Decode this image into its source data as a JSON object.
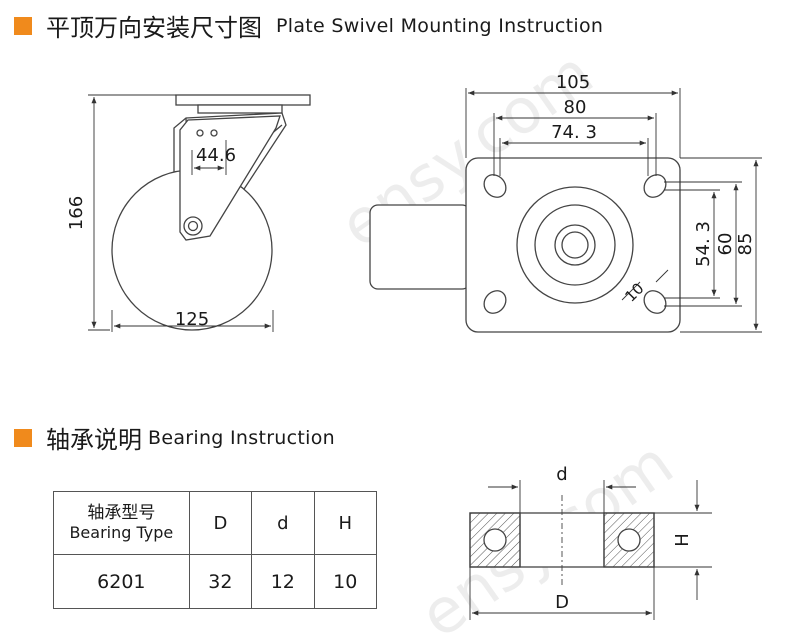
{
  "colors": {
    "accent": "#f08a1c",
    "line": "#444444",
    "watermark": "#d9d9d9"
  },
  "mounting": {
    "title_cn": "平顶万向安装尺寸图",
    "title_en": "Plate Swivel Mounting Instruction",
    "side_view": {
      "height": "166",
      "offset": "44.6",
      "wheel_diameter": "125"
    },
    "top_view": {
      "plate_width": "105",
      "hole_spacing_x": "80",
      "slot_spacing_x": "74. 3",
      "slot_spacing_y": "54. 3",
      "hole_spacing_y": "60",
      "plate_length": "85",
      "slot_width": "10"
    }
  },
  "watermark": "ensy.com",
  "bearing": {
    "title_cn": "轴承说明",
    "title_en": "Bearing Instruction",
    "diagram": {
      "d_label": "d",
      "D_label": "D",
      "H_label": "H"
    },
    "table": {
      "header_type_cn": "轴承型号",
      "header_type_en": "Bearing Type",
      "headers": [
        "D",
        "d",
        "H"
      ],
      "row": {
        "type": "6201",
        "D": "32",
        "d": "12",
        "H": "10"
      }
    }
  }
}
